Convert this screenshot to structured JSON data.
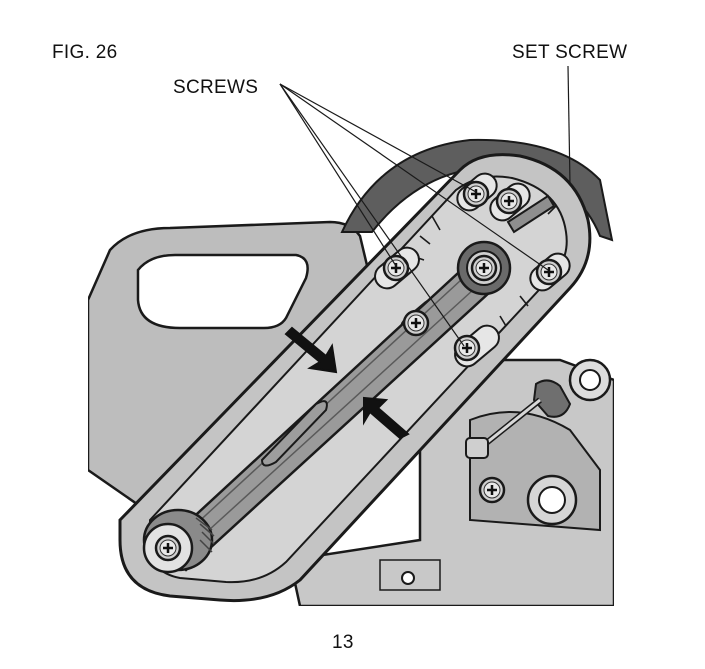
{
  "figure": {
    "label": "FIG. 26",
    "callouts": {
      "screws": "SCREWS",
      "set_screw": "SET SCREW"
    },
    "icons": [
      "arrow-down-icon",
      "arrow-up-icon",
      "screw-icon"
    ]
  },
  "page": {
    "number": "13"
  }
}
